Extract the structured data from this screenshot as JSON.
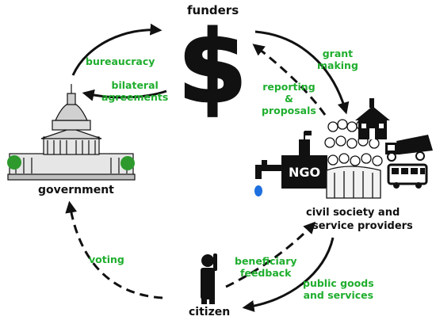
{
  "nodes": {
    "funders": "funders",
    "government": "government",
    "civil_society": [
      "civil society and",
      "service providers"
    ],
    "citizen": "citizen"
  },
  "edges": {
    "bureaucracy": "bureaucracy",
    "bilateral": [
      "bilateral",
      "agreements"
    ],
    "grant": [
      "grant",
      "making"
    ],
    "reporting": [
      "reporting",
      "&",
      "proposals"
    ],
    "voting": "voting",
    "beneficiary": [
      "beneficiary",
      "feedback"
    ],
    "public_goods": [
      "public goods",
      "and services"
    ]
  },
  "icons": {
    "funders_symbol": "$",
    "ngo_sign": "NGO"
  },
  "colors": {
    "edge_label": "#1fae2e",
    "text": "#111111",
    "water": "#1e6fe0",
    "trees": "#2e9a2e"
  }
}
